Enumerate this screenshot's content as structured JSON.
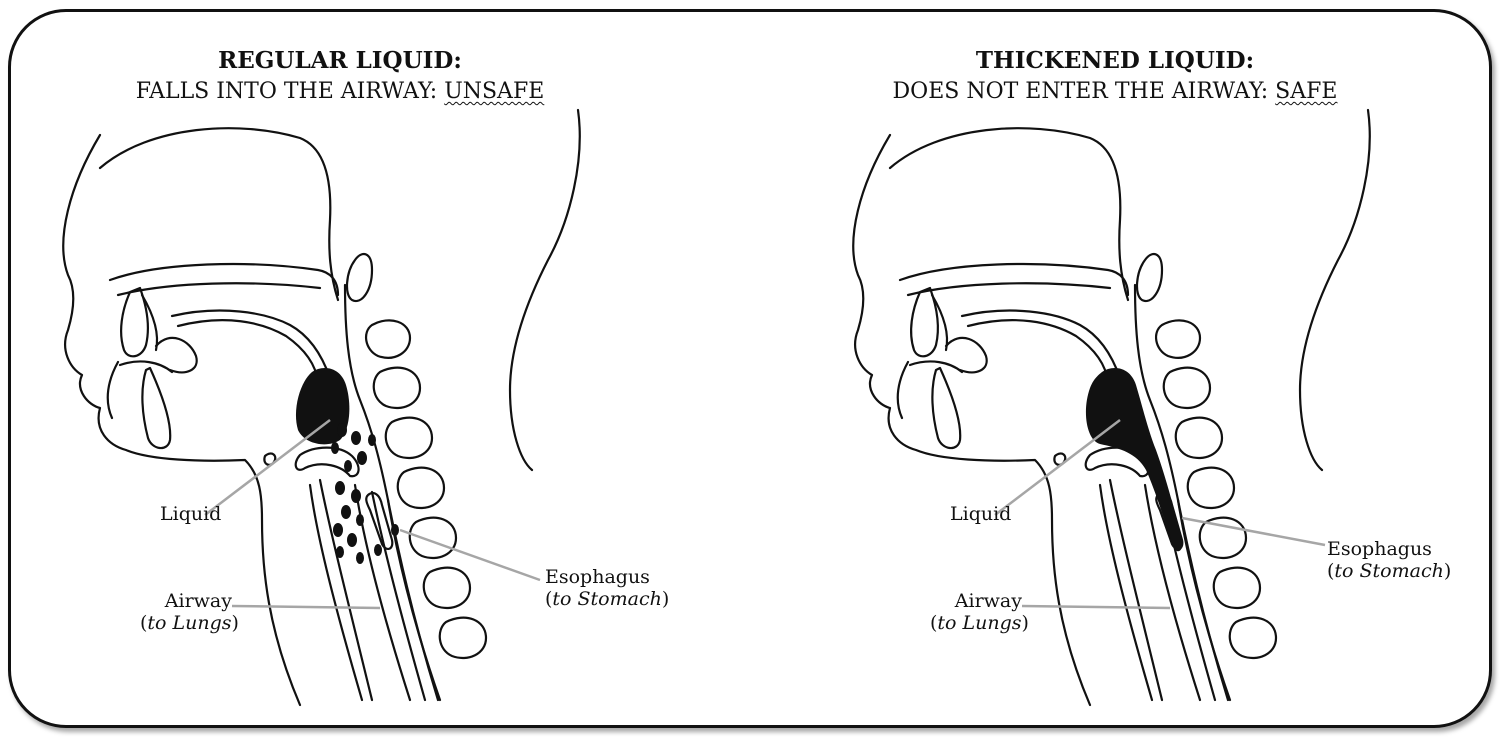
{
  "left": {
    "title": "REGULAR LIQUID:",
    "subtitle_prefix": "FALLS INTO THE AIRWAY: ",
    "verdict": "UNSAFE",
    "labels": {
      "liquid": "Liquid",
      "esophagus": "Esophagus",
      "esophagus_paren_open": "(",
      "esophagus_note": "to Stomach",
      "esophagus_paren_close": ")",
      "airway": "Airway",
      "airway_paren_open": "(",
      "airway_note": "to Lungs",
      "airway_paren_close": ")"
    }
  },
  "right": {
    "title": "THICKENED LIQUID:",
    "subtitle_prefix": "DOES NOT ENTER THE AIRWAY: ",
    "verdict": "SAFE",
    "labels": {
      "liquid": "Liquid",
      "esophagus": "Esophagus",
      "esophagus_paren_open": "(",
      "esophagus_note": "to Stomach",
      "esophagus_paren_close": ")",
      "airway": "Airway",
      "airway_paren_open": "(",
      "airway_note": "to Lungs",
      "airway_paren_close": ")"
    }
  },
  "colors": {
    "outline": "#111111",
    "leader_line": "#a6a6a6",
    "liquid": "#111111"
  }
}
